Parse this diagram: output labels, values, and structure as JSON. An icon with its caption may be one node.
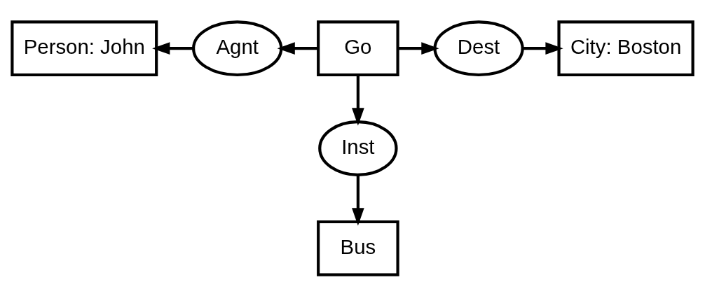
{
  "diagram": {
    "nodes": [
      {
        "text": [
          "Person: John"
        ]
      },
      {
        "text": [
          "Agnt"
        ]
      },
      {
        "text": [
          "Go"
        ]
      },
      {
        "text": [
          "Dest"
        ]
      },
      {
        "text": [
          "City: Boston"
        ]
      },
      {
        "text": [
          "Inst"
        ]
      },
      {
        "text": [
          "Bus"
        ]
      }
    ],
    "edges": [
      {
        "from": 2,
        "to": 1,
        "arrow": "to"
      },
      {
        "from": 1,
        "to": 0,
        "arrow": "to"
      },
      {
        "from": 2,
        "to": 3,
        "arrow": "to"
      },
      {
        "from": 3,
        "to": 4,
        "arrow": "to"
      },
      {
        "from": 2,
        "to": 5,
        "arrow": "to"
      },
      {
        "from": 5,
        "to": 6,
        "arrow": "to"
      }
    ]
  }
}
